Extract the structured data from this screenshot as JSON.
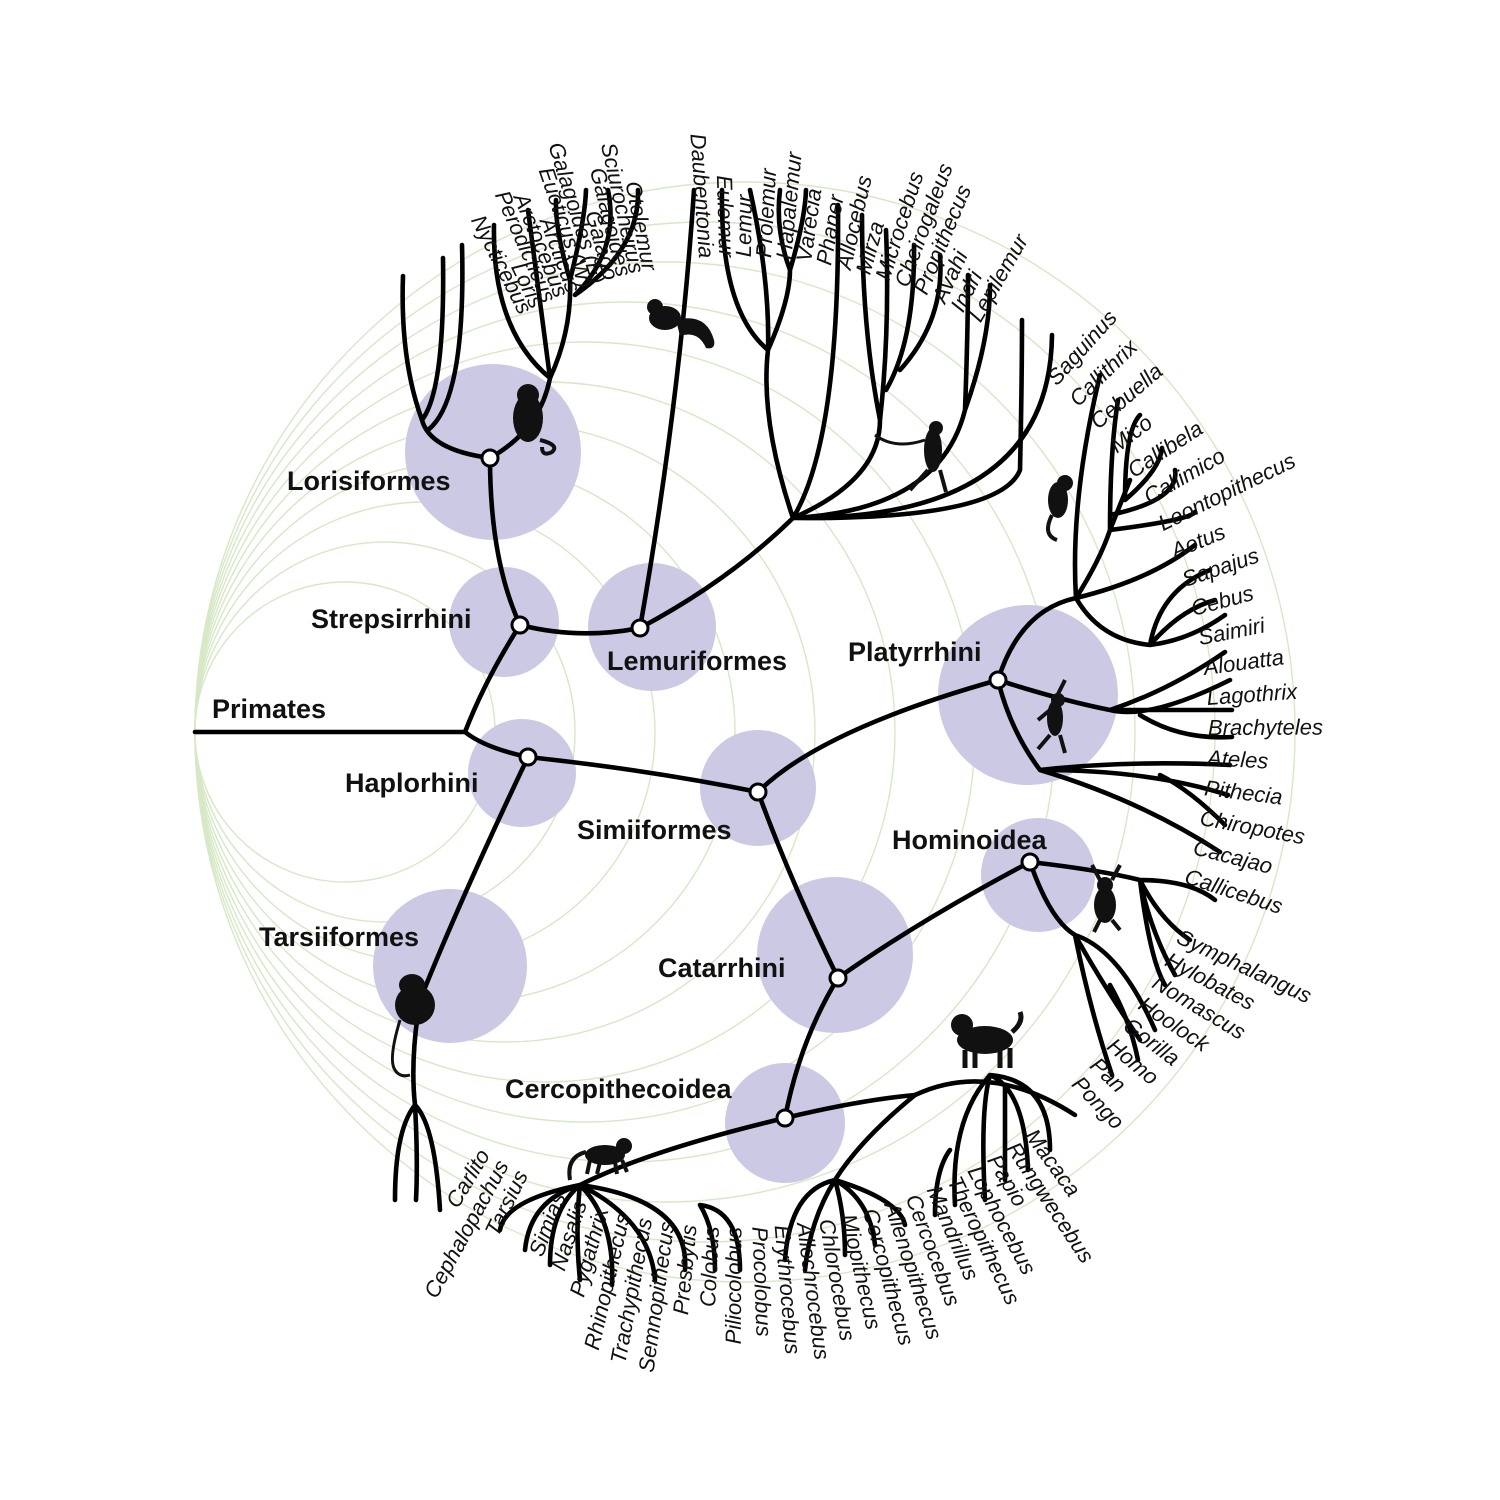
{
  "clades": {
    "primates": "Primates",
    "strepsirrhini": "Strepsirrhini",
    "lorisiformes": "Lorisiformes",
    "lemuriformes": "Lemuriformes",
    "haplorhini": "Haplorhini",
    "tarsiiformes": "Tarsiiformes",
    "simiiformes": "Simiiformes",
    "platyrrhini": "Platyrrhini",
    "catarrhini": "Catarrhini",
    "hominoidea": "Hominoidea",
    "cercopithecoidea": "Cercopithecoidea"
  },
  "taxa": {
    "lorisiformes": [
      "Nycticebus",
      "Loris",
      "Perodicticus",
      "Arctocebus",
      "Arcticus",
      "Euoticus (W)",
      "Galagoides (E)",
      "Galago",
      "Galagoides",
      "Sciurocheirus",
      "Otolemur"
    ],
    "lemuriformes": [
      "Daubentonia",
      "Eulemur",
      "Lemur",
      "Prolemur",
      "Hapalemur",
      "Varecia",
      "Phaner",
      "Allocebus",
      "Mirza",
      "Microcebus",
      "Cheirogaleus",
      "Propithecus",
      "Avahi",
      "Indri",
      "Lepilemur"
    ],
    "platyrrhini": [
      "Saguinus",
      "Callithrix",
      "Cebuella",
      "Mico",
      "Callibela",
      "Callimico",
      "Leontopithecus",
      "Aotus",
      "Sapajus",
      "Cebus",
      "Saimiri",
      "Alouatta",
      "Lagothrix",
      "Brachyteles",
      "Ateles",
      "Pithecia",
      "Chiropotes",
      "Cacajao",
      "Callicebus"
    ],
    "hominoidea": [
      "Symphalangus",
      "Hylobates",
      "Nomascus",
      "Hoolock",
      "Gorilla",
      "Homo",
      "Pan",
      "Pongo"
    ],
    "cercopithecoidea": [
      "Macaca",
      "Rungwecebus",
      "Papio",
      "Lophocebus",
      "Theropithecus",
      "Mandrillus",
      "Cercocebus",
      "Allenopithecus",
      "Cercopithecus",
      "Miopithecus",
      "Chlorocebus",
      "Allochrocebus",
      "Erythrocebus",
      "Procolobus",
      "Piliocolobus",
      "Colobus",
      "Presbytis",
      "Semnopithecus",
      "Trachypithecus",
      "Rhinopithecus",
      "Pygathrix",
      "Nasalis",
      "Simias"
    ],
    "tarsiiformes": [
      "Tarsius",
      "Cephalopachus",
      "Carlito"
    ]
  },
  "colors": {
    "blob": "#cbc9e4",
    "grid": "#d6e8c6",
    "branch": "#000000"
  },
  "icons": [
    "loris-icon",
    "aye-aye-icon",
    "sifaka-icon",
    "marmoset-icon",
    "spider-monkey-icon",
    "gibbon-icon",
    "baboon-icon",
    "langur-icon",
    "tarsier-icon"
  ]
}
